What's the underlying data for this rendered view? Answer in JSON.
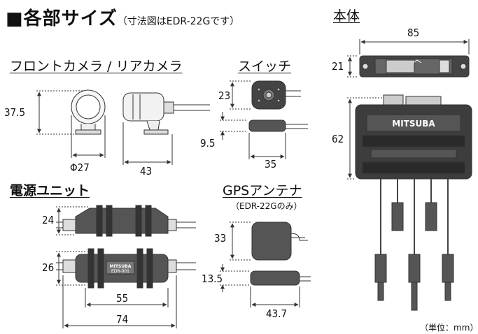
{
  "title": {
    "main": "■各部サイズ",
    "note": "（寸法図はEDR-22Gです）"
  },
  "sections": {
    "camera": "フロントカメラ / リアカメラ",
    "switch": "スイッチ",
    "power": "電源ユニット",
    "gps": "GPSアンテナ",
    "gps_note": "（EDR-22Gのみ）",
    "body": "本体"
  },
  "dims": {
    "cam_h": "37.5",
    "cam_dia": "Φ27",
    "cam_len": "43",
    "sw_h": "23",
    "sw_t": "9.5",
    "sw_w": "35",
    "pw_h1": "24",
    "pw_h2": "26",
    "pw_inner": "55",
    "pw_w": "74",
    "gps_h": "33",
    "gps_t": "13.5",
    "gps_w": "43.7",
    "body_w": "85",
    "body_t": "21",
    "body_h": "62"
  },
  "labels": {
    "brand": "MITSUBA",
    "model": "EDR-001"
  },
  "unit": "（単位：mm）"
}
